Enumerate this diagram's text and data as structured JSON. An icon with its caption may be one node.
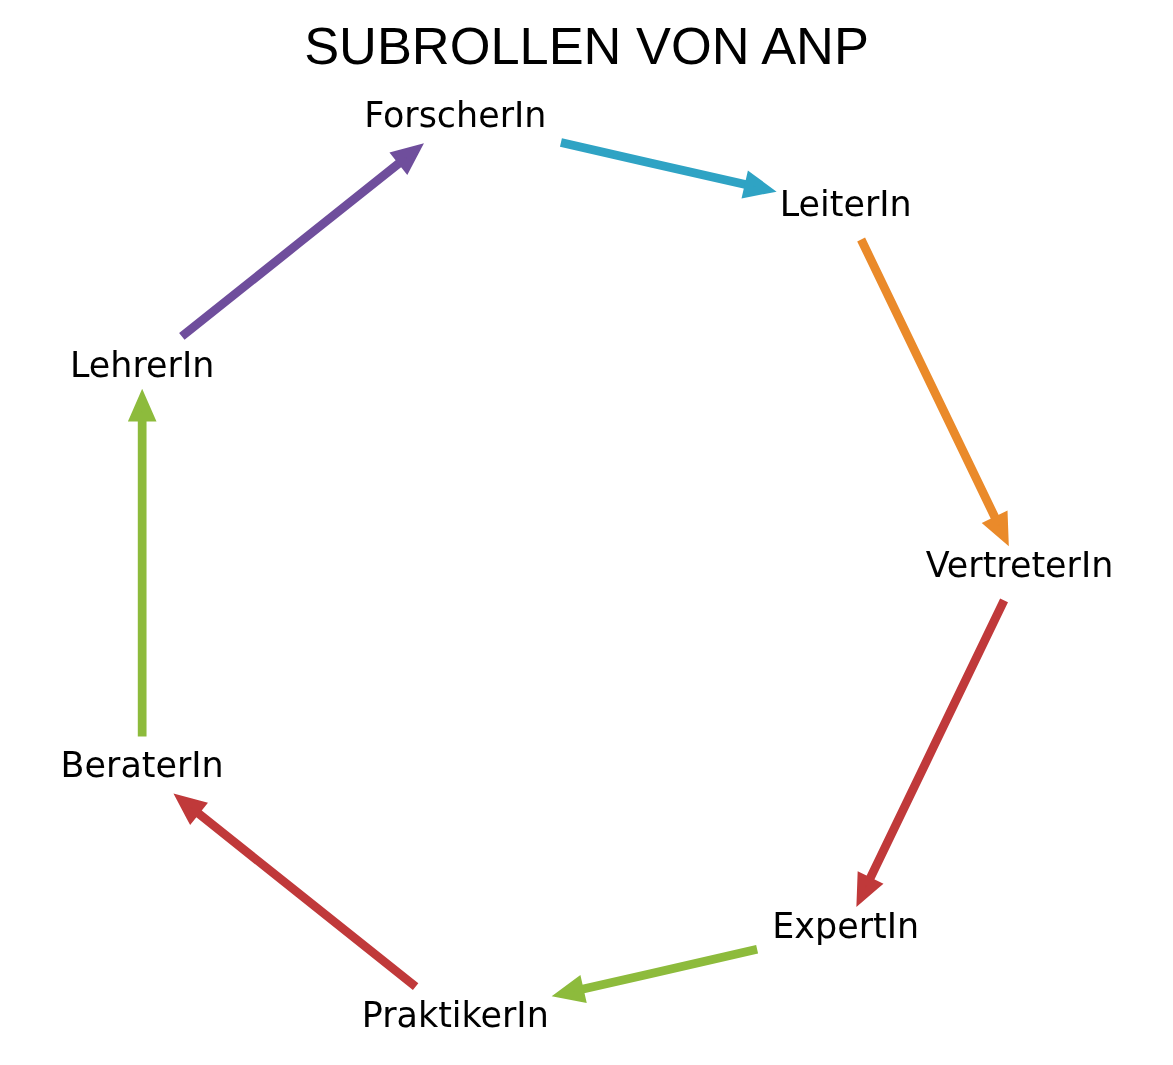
{
  "diagram": {
    "title": "SUBROLLEN VON ANP",
    "nodes": [
      {
        "text": [
          "ExpertIn"
        ]
      },
      {
        "text": [
          "PraktikerIn"
        ]
      },
      {
        "text": [
          "BeraterIn"
        ]
      },
      {
        "text": [
          "LehrerIn"
        ]
      },
      {
        "text": [
          "ForscherIn"
        ]
      },
      {
        "text": [
          "LeiterIn"
        ]
      },
      {
        "text": [
          "VertreterIn"
        ]
      }
    ],
    "edges": [
      {
        "from": 0,
        "to": 1,
        "arrow": "to",
        "color": "#8dbb3c"
      },
      {
        "from": 1,
        "to": 2,
        "arrow": "to",
        "color": "#c0393a"
      },
      {
        "from": 2,
        "to": 3,
        "arrow": "to",
        "color": "#8dbb3c"
      },
      {
        "from": 3,
        "to": 4,
        "arrow": "to",
        "color": "#6f4e9c"
      },
      {
        "from": 4,
        "to": 5,
        "arrow": "to",
        "color": "#2fa3c4"
      },
      {
        "from": 5,
        "to": 6,
        "arrow": "to",
        "color": "#ea8a2a"
      },
      {
        "from": 6,
        "to": 0,
        "arrow": "to",
        "color": "#c0393a"
      }
    ]
  }
}
